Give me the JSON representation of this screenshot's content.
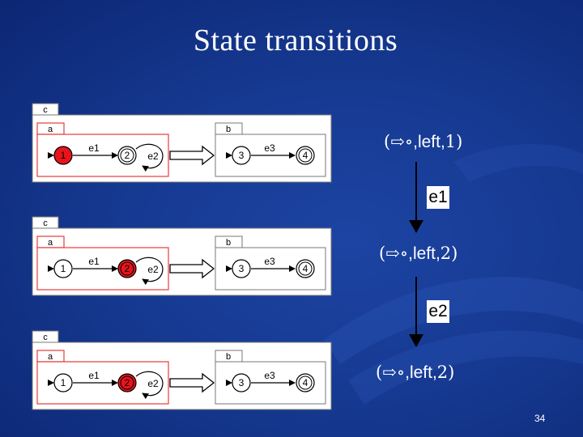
{
  "slide": {
    "title": "State transitions",
    "page_number": "34"
  },
  "diagrams": [
    {
      "container_label": "c",
      "region_a_label": "a",
      "region_b_label": "b",
      "states": [
        "1",
        "2",
        "3",
        "4"
      ],
      "transitions": [
        "e1",
        "e2",
        "e3"
      ],
      "active_state": "1"
    },
    {
      "container_label": "c",
      "region_a_label": "a",
      "region_b_label": "b",
      "states": [
        "1",
        "2",
        "3",
        "4"
      ],
      "transitions": [
        "e1",
        "e2",
        "e3"
      ],
      "active_state": "2"
    },
    {
      "container_label": "c",
      "region_a_label": "a",
      "region_b_label": "b",
      "states": [
        "1",
        "2",
        "3",
        "4"
      ],
      "transitions": [
        "e1",
        "e2",
        "e3"
      ],
      "active_state": "2"
    }
  ],
  "configurations": [
    {
      "arrow_symbol": "⇨",
      "circle_symbol": "∘",
      "text": ",left,",
      "number": "1"
    },
    {
      "arrow_symbol": "⇨",
      "circle_symbol": "∘",
      "text": ",left,",
      "number": "2"
    },
    {
      "arrow_symbol": "⇨",
      "circle_symbol": "∘",
      "text": ",left,",
      "number": "2"
    }
  ],
  "events": [
    "e1",
    "e2"
  ],
  "colors": {
    "active_state_fill": "#e8141b",
    "region_a_border": "#e83a3a",
    "background": "#163a92"
  }
}
